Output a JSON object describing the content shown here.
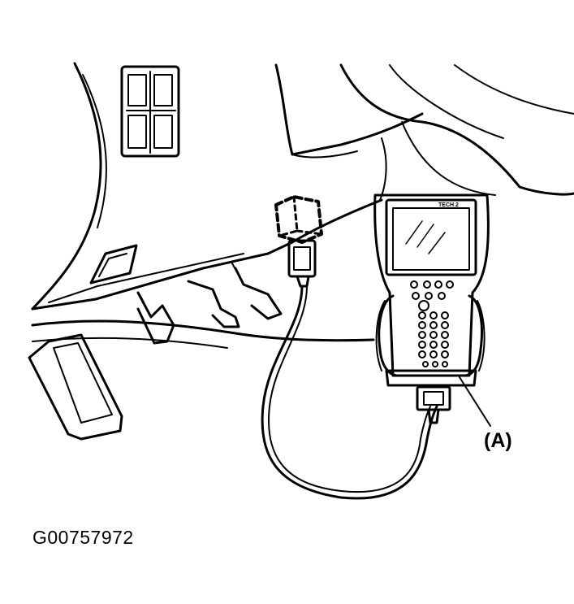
{
  "figure": {
    "id": "G00757972",
    "callout_label": "(A)",
    "scan_tool_brand": "TECH 2"
  },
  "icons": {
    "dashboard": "dashboard-line-art",
    "connector": "diagnostic-connector-dashed",
    "scan_tool": "handheld-scan-tool",
    "pedals": "pedal-assembly"
  }
}
